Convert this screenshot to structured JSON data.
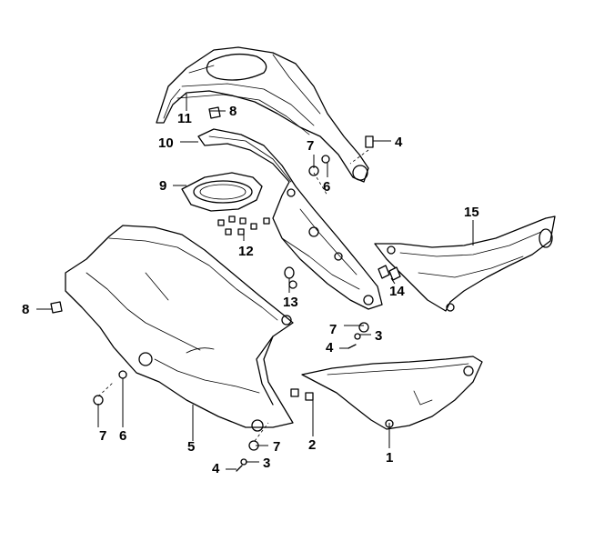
{
  "callouts": {
    "c1": "1",
    "c2": "2",
    "c3a": "3",
    "c3b": "3",
    "c4a": "4",
    "c4b": "4",
    "c4c": "4",
    "c5": "5",
    "c6a": "6",
    "c6b": "6",
    "c7a": "7",
    "c7b": "7",
    "c7c": "7",
    "c7d": "7",
    "c8a": "8",
    "c8b": "8",
    "c9": "9",
    "c10": "10",
    "c11": "11",
    "c12": "12",
    "c13": "13",
    "c14": "14",
    "c15": "15"
  }
}
